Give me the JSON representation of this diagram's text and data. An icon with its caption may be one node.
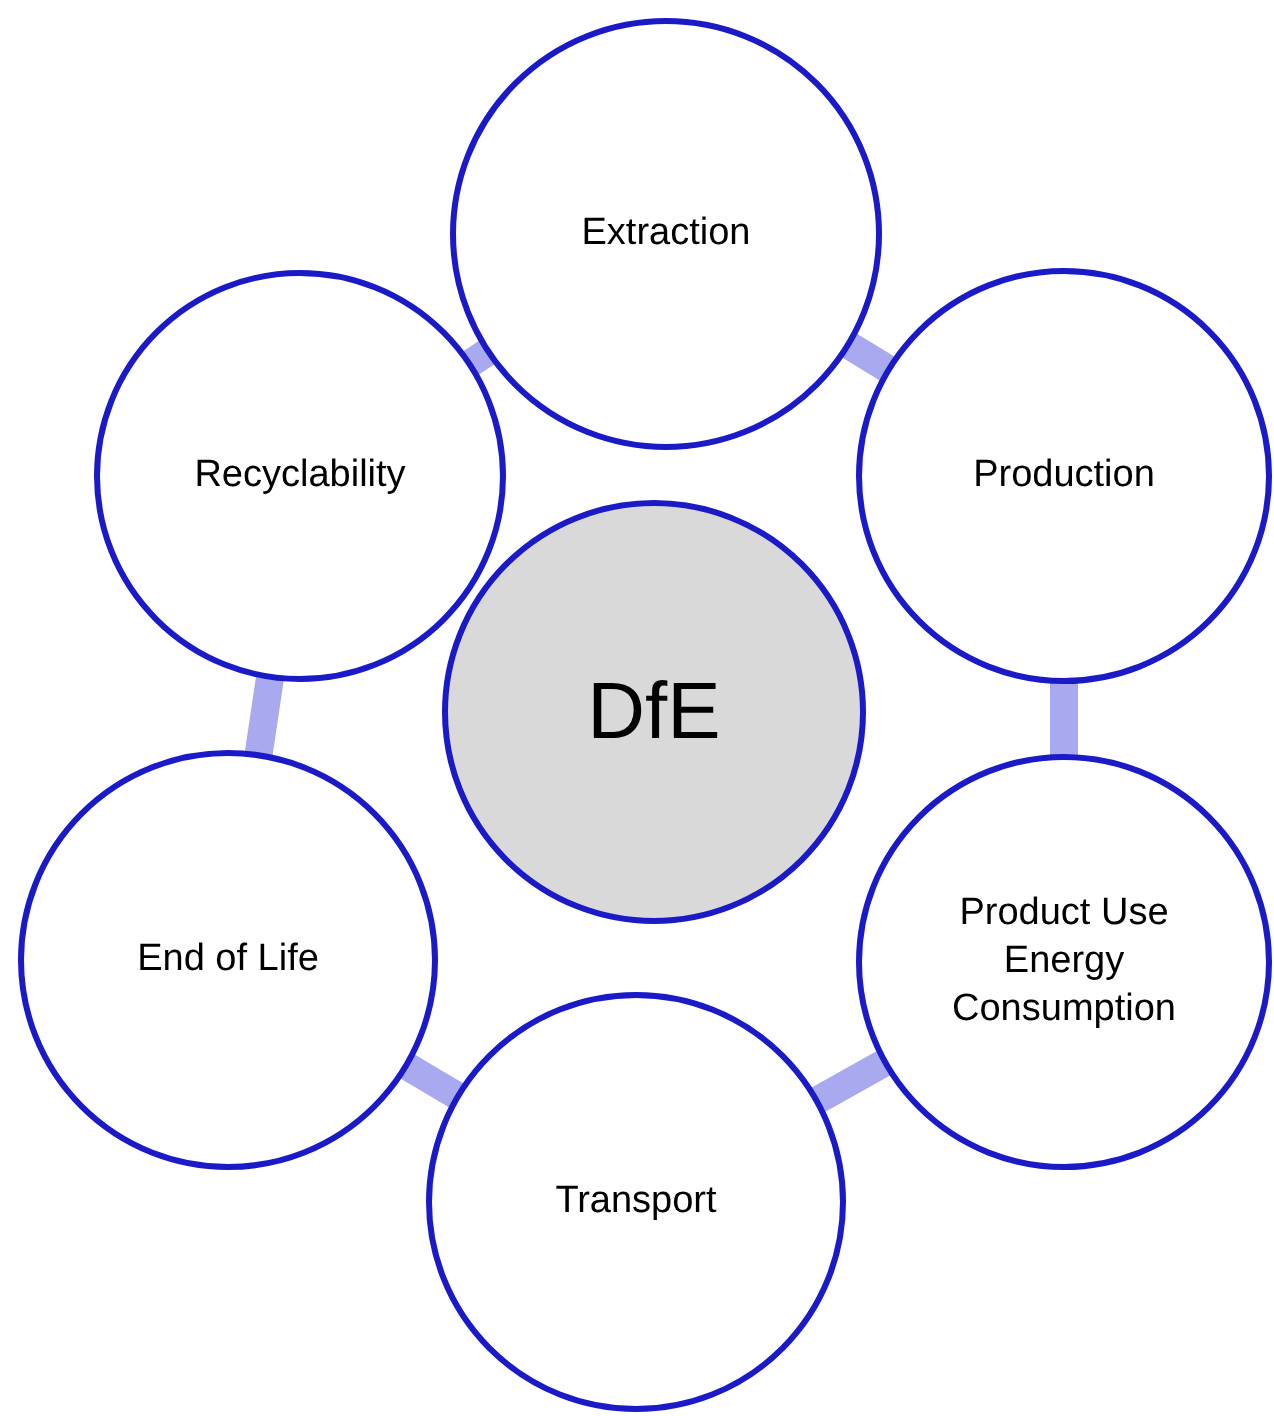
{
  "diagram": {
    "nodes": [
      {
        "text": [
          "Extraction"
        ]
      },
      {
        "text": [
          "Production"
        ]
      },
      {
        "text": [
          "Product Use Energy Consumption"
        ]
      },
      {
        "text": [
          "Transport"
        ]
      },
      {
        "text": [
          "End of Life"
        ]
      },
      {
        "text": [
          "Recyclability"
        ]
      },
      {
        "text": [
          "DfE"
        ]
      }
    ],
    "edges": [
      {
        "from": 0,
        "to": 1,
        "arrow": "none"
      },
      {
        "from": 1,
        "to": 2,
        "arrow": "none"
      },
      {
        "from": 2,
        "to": 3,
        "arrow": "none"
      },
      {
        "from": 3,
        "to": 4,
        "arrow": "none"
      },
      {
        "from": 4,
        "to": 5,
        "arrow": "none"
      },
      {
        "from": 5,
        "to": 0,
        "arrow": "none"
      }
    ]
  }
}
